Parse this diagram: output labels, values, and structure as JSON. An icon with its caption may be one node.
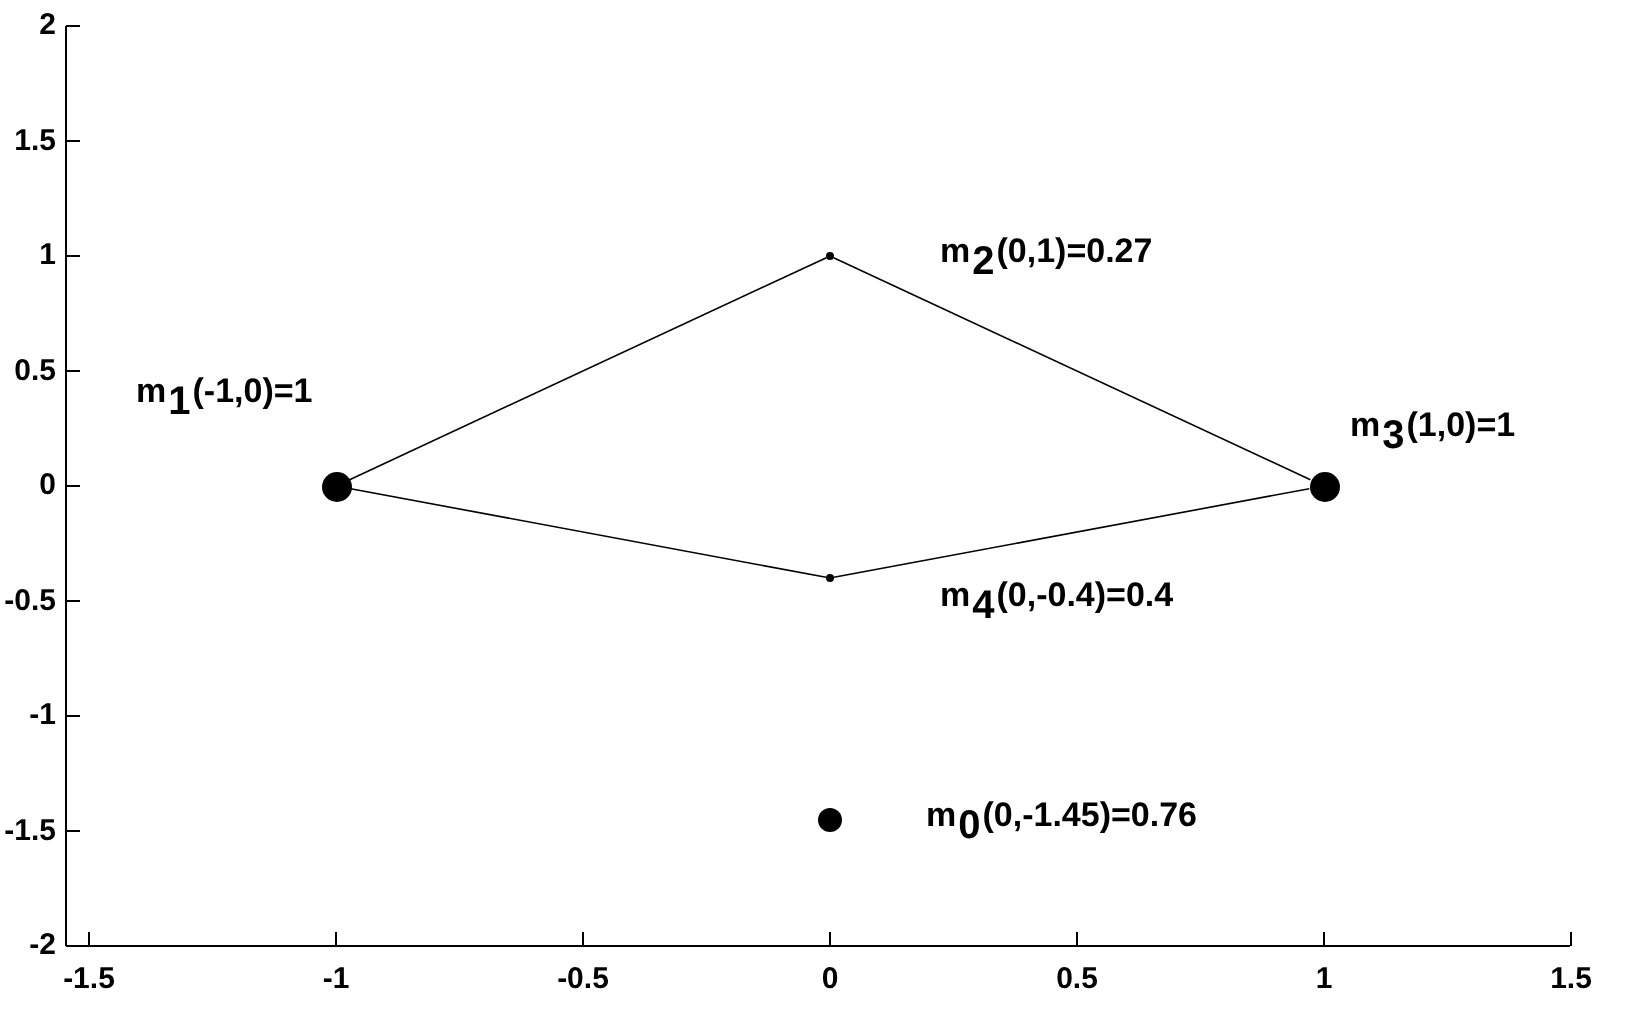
{
  "diagram": {
    "nodes": [
      {
        "text": [],
        "shape": "circle",
        "beside": [
          "m$_{2}$(0,1)=0.27"
        ]
      },
      {
        "text": [],
        "shape": "circle",
        "beside": [
          "m$_{1}$(-1,0)=1"
        ]
      },
      {
        "text": [],
        "shape": "circle",
        "beside": [
          "m$_{3}$(1,0)=1"
        ]
      },
      {
        "text": [],
        "shape": "circle",
        "beside": [
          "m$_{4}$(0,-0.4)=0.4"
        ]
      },
      {
        "text": [],
        "shape": "circle",
        "beside": [
          "m$_{0}$(0,-1.45)=0.76"
        ]
      }
    ],
    "edges": [
      {
        "from": 1,
        "to": 0,
        "arrow": "none"
      },
      {
        "from": 0,
        "to": 2,
        "arrow": "none"
      },
      {
        "from": 1,
        "to": 3,
        "arrow": "none"
      },
      {
        "from": 3,
        "to": 2,
        "arrow": "none"
      }
    ],
    "labels": [
      "2",
      "1.5",
      "1",
      "0.5",
      "0",
      "-0.5",
      "-1",
      "-1.5",
      "-2",
      "-1.5",
      "-1",
      "-0.5",
      "0",
      "0.5",
      "1",
      "1.5"
    ]
  }
}
